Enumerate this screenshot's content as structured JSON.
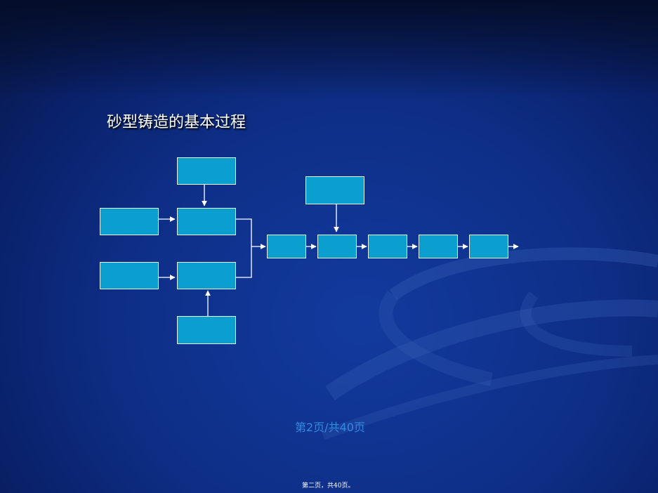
{
  "slide": {
    "title": "砂型铸造的基本过程",
    "page_label": "第2页/共40页",
    "footer_label": "第二页，共40页。"
  },
  "diagram": {
    "boxes": [
      "",
      "",
      "",
      "",
      "",
      "",
      "",
      "",
      "",
      "",
      "",
      ""
    ]
  },
  "colors": {
    "background": "#0e2f88",
    "box_fill": "#0b9fd0",
    "box_border": "#e8f2ff",
    "arrow": "#ffffff",
    "page_label": "#2e8be0"
  }
}
